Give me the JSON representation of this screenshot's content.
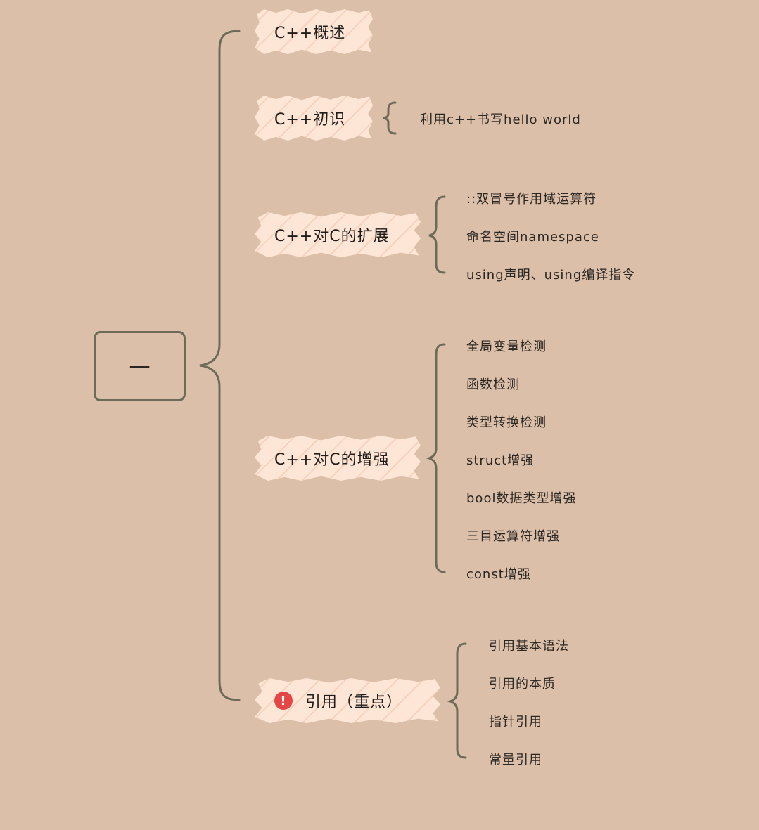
{
  "root": {
    "label": "一"
  },
  "topics": [
    {
      "label": "C++概述",
      "children": []
    },
    {
      "label": "C++初识",
      "children": [
        "利用c++书写hello world"
      ]
    },
    {
      "label": "C++对C的扩展",
      "children": [
        "::双冒号作用域运算符",
        "命名空间namespace",
        "using声明、using编译指令"
      ]
    },
    {
      "label": "C++对C的增强",
      "children": [
        "全局变量检测",
        "函数检测",
        "类型转换检测",
        "struct增强",
        "bool数据类型增强",
        "三目运算符增强",
        "const增强"
      ]
    },
    {
      "label": "引用（重点）",
      "icon": "exclamation-icon",
      "children": [
        "引用基本语法",
        "引用的本质",
        "指针引用",
        "常量引用"
      ]
    }
  ],
  "colors": {
    "background": "#dcbfa9",
    "line": "#6b6b58",
    "topic_fill": "#fde6d6",
    "warning": "#e64545"
  }
}
